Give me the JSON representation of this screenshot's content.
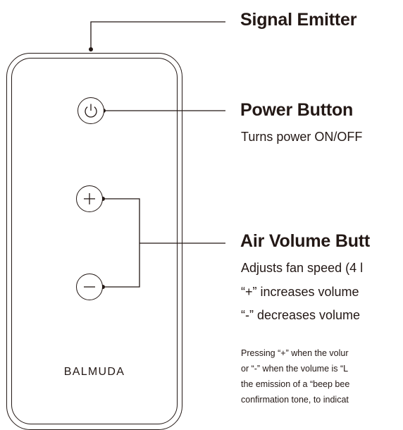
{
  "remote": {
    "brand": "BALMUDA",
    "buttons": {
      "power_icon": "power-icon",
      "plus_icon": "plus-icon",
      "minus_icon": "minus-icon"
    }
  },
  "labels": {
    "signal_emitter": {
      "title": "Signal Emitter"
    },
    "power_button": {
      "title": "Power Button",
      "description": "Turns power ON/OFF"
    },
    "air_volume": {
      "title": "Air Volume Butt",
      "lines": [
        "Adjusts fan speed (4 l",
        "“+” increases volume",
        "“-” decreases volume"
      ],
      "small_lines": [
        "Pressing “+” when the volur",
        "or “-” when the volume is “L",
        "the emission of a “beep bee",
        "confirmation tone, to indicat"
      ]
    }
  },
  "colors": {
    "ink": "#231815",
    "background": "#ffffff"
  }
}
